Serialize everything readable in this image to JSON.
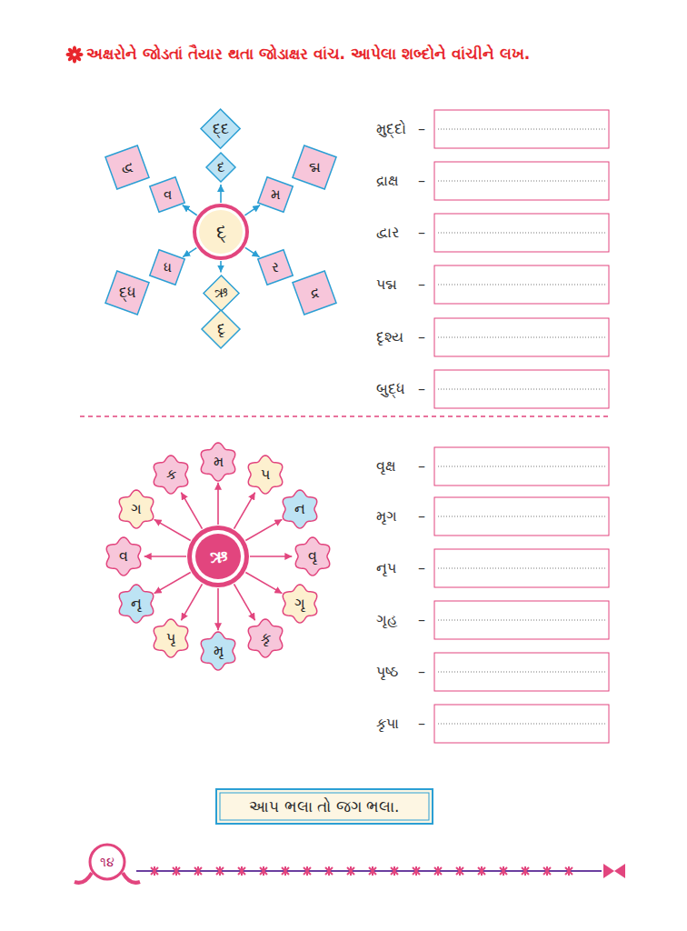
{
  "diagram": {
    "title": "અક્ષરોને જોડતાં તૈયાર થતા જોડાક્ષર વાંચ. આપેલા શબ્દોને વાંચીને લખ.",
    "nodes": [
      {
        "text": [
          "દ્"
        ]
      },
      {
        "text": [
          "દ"
        ]
      },
      {
        "text": [
          "વ"
        ]
      },
      {
        "text": [
          "મ"
        ]
      },
      {
        "text": [
          "ધ"
        ]
      },
      {
        "text": [
          "ર"
        ]
      },
      {
        "text": [
          "ઋ"
        ]
      },
      {
        "text": [
          "દ્દ"
        ]
      },
      {
        "text": [
          "દ્વ"
        ]
      },
      {
        "text": [
          "દ્મ"
        ]
      },
      {
        "text": [
          "દ્ધ"
        ]
      },
      {
        "text": [
          "દ્ર"
        ]
      },
      {
        "text": [
          "દૃ"
        ]
      },
      {
        "text": [
          "ઋ"
        ]
      },
      {
        "text": [
          "મ"
        ]
      },
      {
        "text": [
          "પ"
        ]
      },
      {
        "text": [
          "ન"
        ]
      },
      {
        "text": [
          "વૃ"
        ]
      },
      {
        "text": [
          "ગૃ"
        ]
      },
      {
        "text": [
          "કૃ"
        ]
      },
      {
        "text": [
          "મૃ"
        ]
      },
      {
        "text": [
          "પૃ"
        ]
      },
      {
        "text": [
          "નૃ"
        ]
      },
      {
        "text": [
          "વ"
        ]
      },
      {
        "text": [
          "ગ"
        ]
      },
      {
        "text": [
          "ક"
        ]
      },
      {
        "text": [
          "આપ ભલા તો જગ ભલા."
        ]
      }
    ],
    "edges": [
      {
        "from": 0,
        "to": 1,
        "arrow": "to"
      },
      {
        "from": 0,
        "to": 2,
        "arrow": "to"
      },
      {
        "from": 0,
        "to": 3,
        "arrow": "to"
      },
      {
        "from": 0,
        "to": 4,
        "arrow": "to"
      },
      {
        "from": 0,
        "to": 5,
        "arrow": "to"
      },
      {
        "from": 0,
        "to": 6,
        "arrow": "to"
      },
      {
        "from": 13,
        "to": 14,
        "arrow": "to"
      },
      {
        "from": 13,
        "to": 15,
        "arrow": "to"
      },
      {
        "from": 13,
        "to": 16,
        "arrow": "to"
      },
      {
        "from": 13,
        "to": 17,
        "arrow": "to"
      },
      {
        "from": 13,
        "to": 18,
        "arrow": "to"
      },
      {
        "from": 13,
        "to": 19,
        "arrow": "to"
      },
      {
        "from": 13,
        "to": 20,
        "arrow": "to"
      },
      {
        "from": 13,
        "to": 21,
        "arrow": "to"
      },
      {
        "from": 13,
        "to": 22,
        "arrow": "to"
      },
      {
        "from": 13,
        "to": 23,
        "arrow": "to"
      },
      {
        "from": 13,
        "to": 24,
        "arrow": "to"
      },
      {
        "from": 13,
        "to": 25,
        "arrow": "to"
      }
    ],
    "labels": [
      "મુદ્દો",
      "–",
      "દ્રાક્ષ",
      "–",
      "દ્વાર",
      "–",
      "પદ્મ",
      "–",
      "દૃશ્ય",
      "–",
      "બુદ્ધ",
      "–",
      "વૃક્ષ",
      "–",
      "મૃગ",
      "–",
      "નૃપ",
      "–",
      "ગૃહ",
      "–",
      "પૃષ્ઠ",
      "–",
      "કૃપા",
      "–",
      "૧૪"
    ]
  }
}
